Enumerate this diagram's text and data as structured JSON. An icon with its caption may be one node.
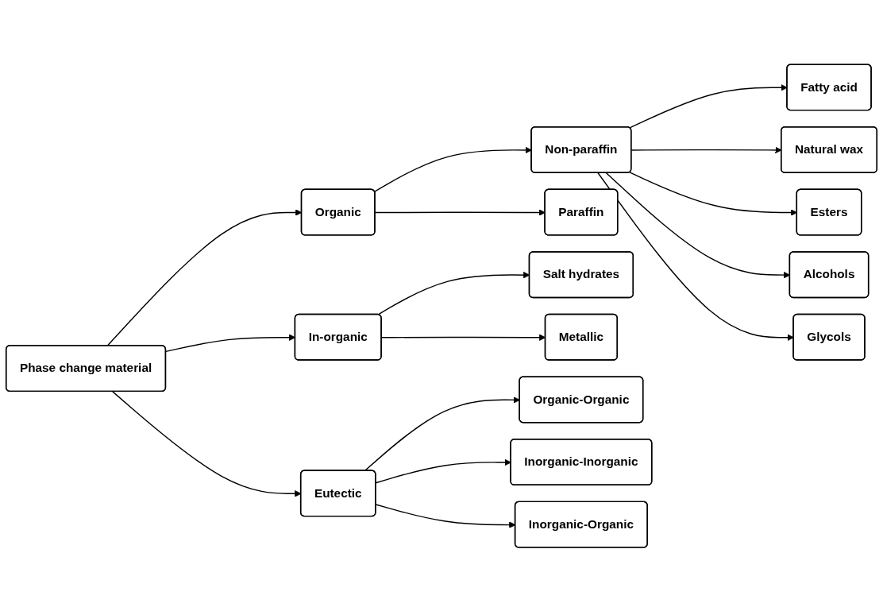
{
  "diagram": {
    "nodes": [
      {
        "text": [
          "Phase change material"
        ]
      },
      {
        "text": [
          "Organic"
        ]
      },
      {
        "text": [
          "In-organic"
        ]
      },
      {
        "text": [
          "Eutectic"
        ]
      },
      {
        "text": [
          "Non-paraffin"
        ]
      },
      {
        "text": [
          "Paraffin"
        ]
      },
      {
        "text": [
          "Salt hydrates"
        ]
      },
      {
        "text": [
          "Metallic"
        ]
      },
      {
        "text": [
          "Organic-Organic"
        ]
      },
      {
        "text": [
          "Inorganic-Inorganic"
        ]
      },
      {
        "text": [
          "Inorganic-Organic"
        ]
      },
      {
        "text": [
          "Fatty acid"
        ]
      },
      {
        "text": [
          "Natural wax"
        ]
      },
      {
        "text": [
          "Esters"
        ]
      },
      {
        "text": [
          "Alcohols"
        ]
      },
      {
        "text": [
          "Glycols"
        ]
      }
    ],
    "edges": [
      {
        "from": 0,
        "to": 1,
        "arrow": "to"
      },
      {
        "from": 0,
        "to": 2,
        "arrow": "to"
      },
      {
        "from": 0,
        "to": 3,
        "arrow": "to"
      },
      {
        "from": 1,
        "to": 4,
        "arrow": "to"
      },
      {
        "from": 1,
        "to": 5,
        "arrow": "to"
      },
      {
        "from": 2,
        "to": 6,
        "arrow": "to"
      },
      {
        "from": 2,
        "to": 7,
        "arrow": "to"
      },
      {
        "from": 3,
        "to": 8,
        "arrow": "to"
      },
      {
        "from": 3,
        "to": 9,
        "arrow": "to"
      },
      {
        "from": 3,
        "to": 10,
        "arrow": "to"
      },
      {
        "from": 4,
        "to": 11,
        "arrow": "to"
      },
      {
        "from": 4,
        "to": 12,
        "arrow": "to"
      },
      {
        "from": 4,
        "to": 13,
        "arrow": "to"
      },
      {
        "from": 4,
        "to": 14,
        "arrow": "to"
      },
      {
        "from": 4,
        "to": 15,
        "arrow": "to"
      }
    ]
  }
}
